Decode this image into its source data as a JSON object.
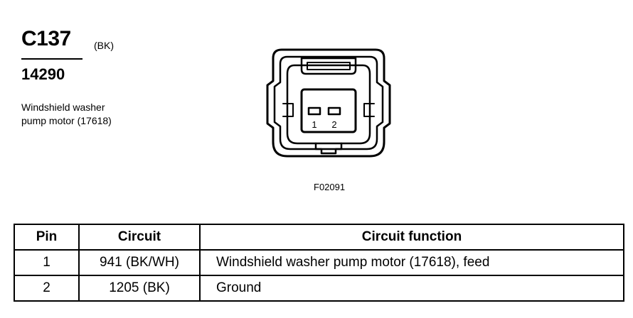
{
  "header": {
    "connector_id": "C137",
    "color_code": "(BK)",
    "part_number": "14290",
    "description_line1": "Windshield washer",
    "description_line2": "pump motor (17618)"
  },
  "connector_drawing": {
    "pin_labels": [
      "1",
      "2"
    ],
    "figure_id": "F02091"
  },
  "pin_table": {
    "headers": {
      "pin": "Pin",
      "circuit": "Circuit",
      "function": "Circuit function"
    },
    "rows": [
      {
        "pin": "1",
        "circuit": "941 (BK/WH)",
        "function": "Windshield washer pump motor (17618), feed"
      },
      {
        "pin": "2",
        "circuit": "1205 (BK)",
        "function": "Ground"
      }
    ]
  }
}
